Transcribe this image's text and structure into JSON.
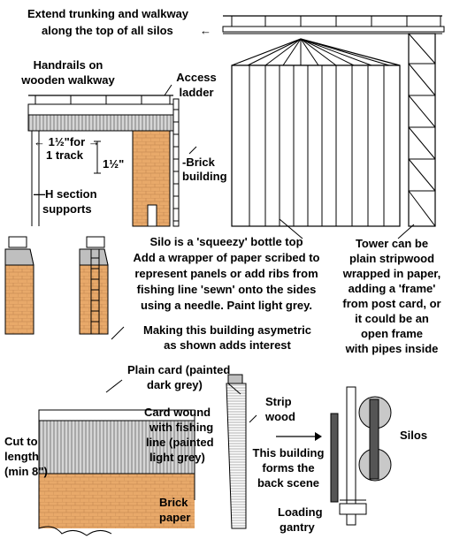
{
  "labels": {
    "extend": "Extend trunking and walkway",
    "extend2": "along the top of all silos",
    "arrow_left": "←",
    "handrails1": "Handrails on",
    "handrails2": "wooden walkway",
    "access1": "Access",
    "access2": "ladder",
    "track1": "← 1½\"for →",
    "track2": "1 track",
    "height": "1½\"",
    "brick1": "-Brick",
    "brick2": "building",
    "hsection1": "—H section",
    "hsection2": "supports",
    "silo1": "Silo is a 'squeezy' bottle top",
    "silo2": "Add a wrapper of paper scribed to",
    "silo3": "represent panels or add  ribs from",
    "silo4": "fishing line 'sewn' onto the sides",
    "silo5": "using a needle.   Paint light grey.",
    "tower1": "Tower can be",
    "tower2": "plain stripwood",
    "tower3": "wrapped in paper,",
    "tower4": "adding a 'frame'",
    "tower5": "from post card, or",
    "tower6": "it could be an",
    "tower7": "open frame",
    "tower8": "with pipes inside",
    "asym1": "Making this building asymetric",
    "asym2": "as shown adds interest",
    "plain1": "Plain card (painted",
    "plain2": "dark grey)",
    "cut1": "Cut to",
    "cut2": "length",
    "cut3": "(min 8\")",
    "card1": "Card wound",
    "card2": "with fishing",
    "card3": "line (painted",
    "card4": "light grey)",
    "strip1": "Strip",
    "strip2": "wood",
    "back1": "This building",
    "back2": "forms the",
    "back3": "back scene",
    "silos": "Silos",
    "brickpaper1": "Brick",
    "brickpaper2": "paper",
    "loading1": "Loading",
    "loading2": "gantry"
  },
  "colors": {
    "brick": "#e8a96a",
    "brick_line": "#b07844",
    "roof_grey": "#cccccc",
    "silo_grey": "#c0c0c0",
    "outline": "#000000"
  }
}
